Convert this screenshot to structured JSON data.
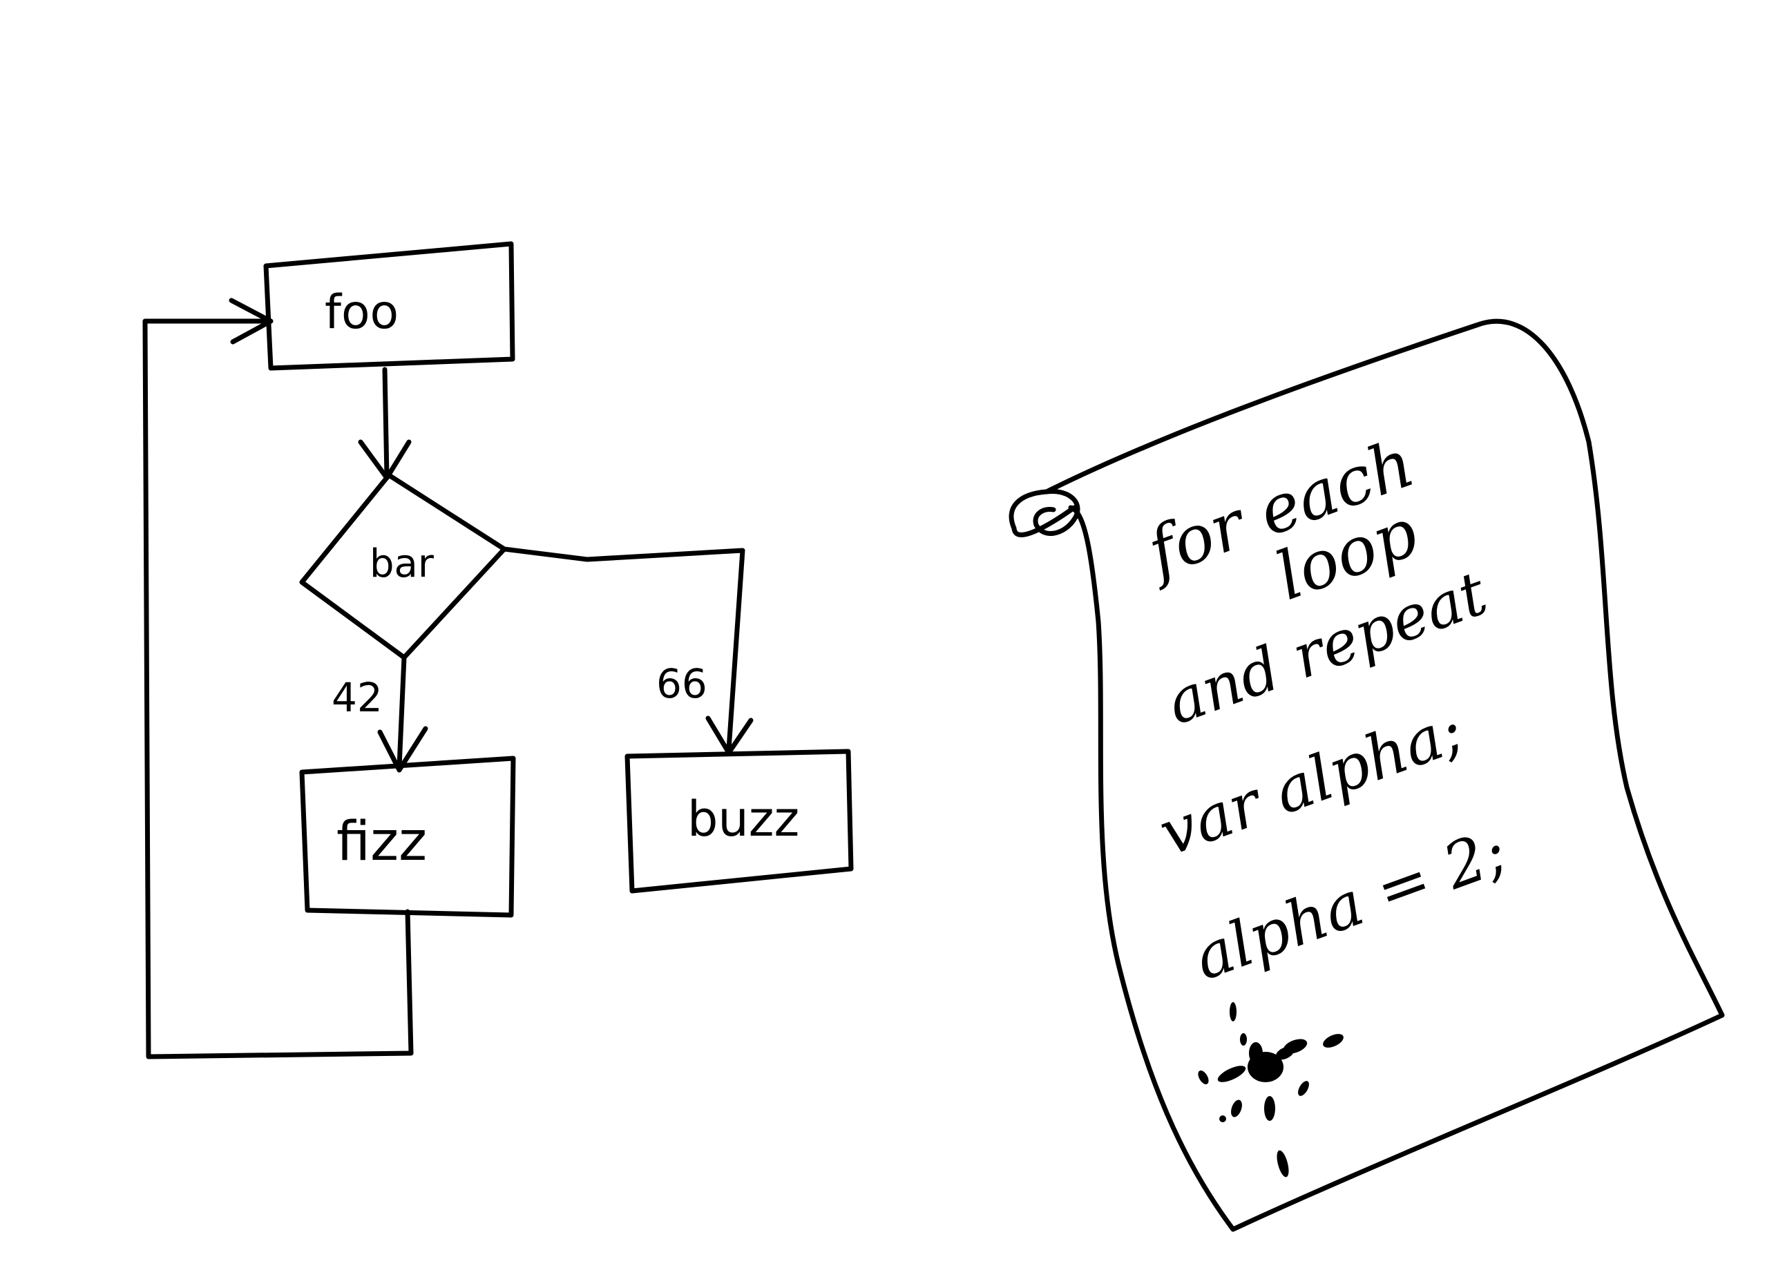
{
  "flowchart": {
    "start_node": "foo",
    "decision_node": "bar",
    "left_branch_label": "42",
    "right_branch_label": "66",
    "left_result": "fizz",
    "right_result": "buzz"
  },
  "scroll": {
    "lines": [
      "for each",
      "loop",
      "and repeat",
      "var alpha;",
      "alpha = 2;"
    ]
  }
}
